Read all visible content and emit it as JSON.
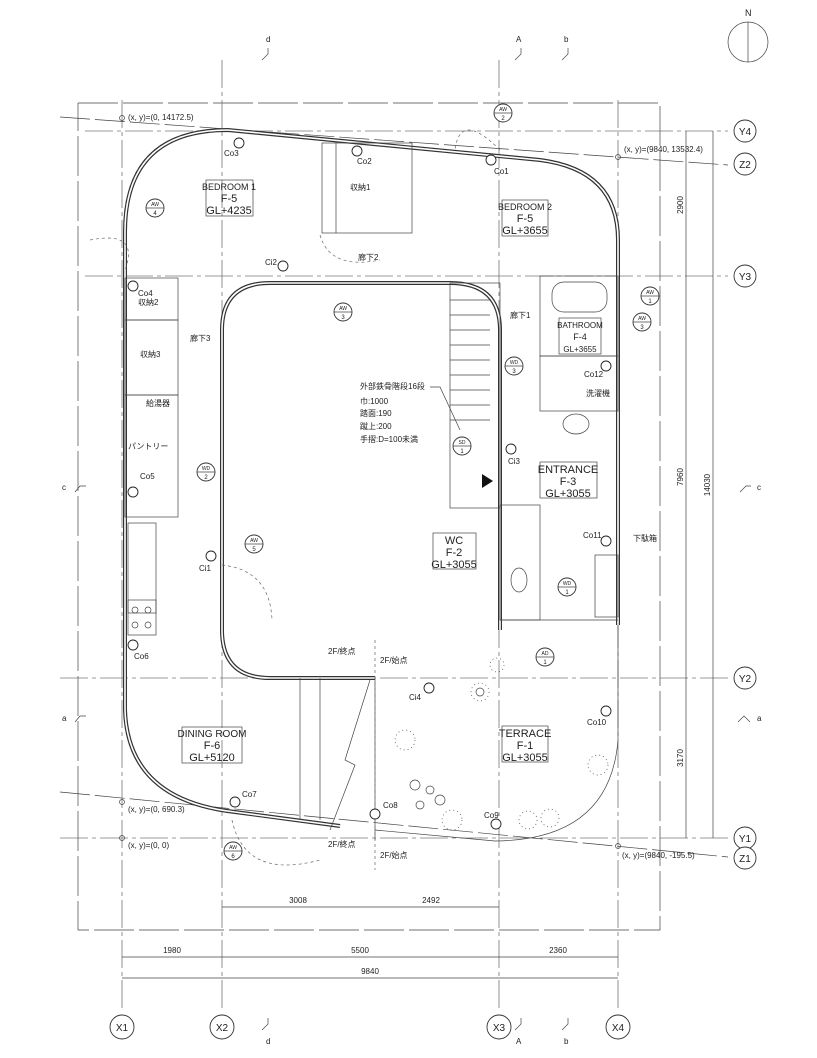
{
  "north_label": "N",
  "grid": {
    "x": [
      "X1",
      "X2",
      "X3",
      "X4"
    ],
    "y": [
      "Y4",
      "Z2",
      "Y3",
      "Y2",
      "Y1",
      "Z1"
    ]
  },
  "sections": {
    "d": "d",
    "A": "A",
    "b": "b",
    "c": "c",
    "a": "a"
  },
  "coords": {
    "top_left": "(x, y)=(0, 14172.5)",
    "top_right": "(x, y)=(9840, 13532.4)",
    "bottom_left_upper": "(x, y)=(0, 690.3)",
    "bottom_left": "(x, y)=(0, 0)",
    "bottom_right": "(x, y)=(9840, -195.5)"
  },
  "dimensions": {
    "right": [
      "2900",
      "7960",
      "3170",
      "14030"
    ],
    "bottom_row1": [
      "3008",
      "2492"
    ],
    "bottom_row2": [
      "1980",
      "5500",
      "2360"
    ],
    "bottom_total": "9840"
  },
  "rooms": {
    "bedroom1": {
      "name": "BEDROOM 1",
      "floor": "F-5",
      "gl": "GL+4235"
    },
    "bedroom2": {
      "name": "BEDROOM 2",
      "floor": "F-5",
      "gl": "GL+3655"
    },
    "bathroom": {
      "name": "BATHROOM",
      "floor": "F-4",
      "gl": "GL+3655"
    },
    "entrance": {
      "name": "ENTRANCE",
      "floor": "F-3",
      "gl": "GL+3055"
    },
    "wc": {
      "name": "WC",
      "floor": "F-2",
      "gl": "GL+3055"
    },
    "dining": {
      "name": "DINING ROOM",
      "floor": "F-6",
      "gl": "GL+5120"
    },
    "terrace": {
      "name": "TERRACE",
      "floor": "F-1",
      "gl": "GL+3055"
    }
  },
  "labels": {
    "storage1": "収納1",
    "storage2": "収納2",
    "storage3": "収納3",
    "corridor1": "廊下1",
    "corridor2": "廊下2",
    "corridor3": "廊下3",
    "water_heater": "給湯器",
    "pantry": "パントリー",
    "washer": "洗濯機",
    "shoe_box": "下駄箱"
  },
  "stair_note": [
    "外部鉄骨階段16段",
    "巾:1000",
    "踏面:190",
    "蹴上:200",
    "手摺:D=100未満"
  ],
  "floor_marks": [
    "2F/終点",
    "2F/始点",
    "2F/終点",
    "2F/始点"
  ],
  "columns": [
    "Co1",
    "Co2",
    "Co3",
    "Co4",
    "Co5",
    "Co6",
    "Co7",
    "Co8",
    "Co9",
    "Co10",
    "Co11",
    "Co12",
    "Ci1",
    "Ci2",
    "Ci3",
    "Ci4"
  ],
  "tags": [
    {
      "type": "AW",
      "num": "4"
    },
    {
      "type": "AW",
      "num": "2"
    },
    {
      "type": "AW",
      "num": "3"
    },
    {
      "type": "AW",
      "num": "1"
    },
    {
      "type": "AW",
      "num": "3"
    },
    {
      "type": "AW",
      "num": "5"
    },
    {
      "type": "AW",
      "num": "6"
    },
    {
      "type": "WD",
      "num": "3"
    },
    {
      "type": "WD",
      "num": "2"
    },
    {
      "type": "WD",
      "num": "1"
    },
    {
      "type": "SD",
      "num": "1"
    },
    {
      "type": "AD",
      "num": "1"
    }
  ]
}
